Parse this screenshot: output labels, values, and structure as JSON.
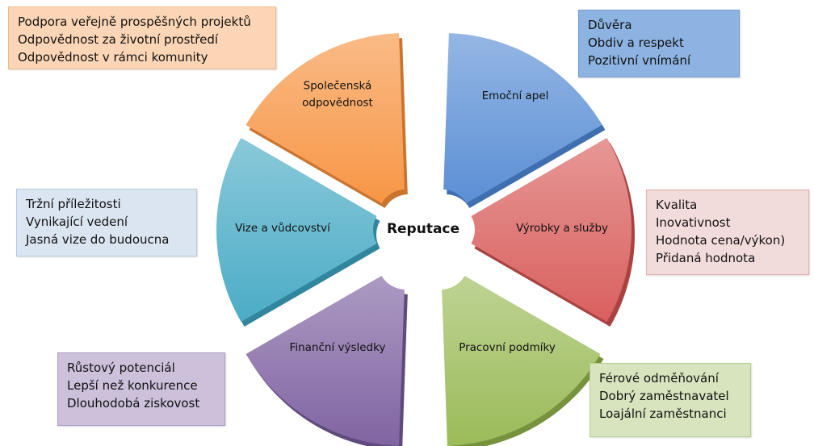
{
  "center": {
    "label": "Reputace"
  },
  "segments": [
    {
      "id": "emocni-apel",
      "lines": [
        "Emoční apel"
      ],
      "color": "#5b8fd5",
      "side": "#3f6fae"
    },
    {
      "id": "vyrobky-a-sluzby",
      "lines": [
        "Výrobky a služby"
      ],
      "color": "#d9605e",
      "side": "#a94341"
    },
    {
      "id": "pracovni-podminky",
      "lines": [
        "Pracovní podmíky"
      ],
      "color": "#9bbb59",
      "side": "#76923c"
    },
    {
      "id": "financni-vysledky",
      "lines": [
        "Finanční výsledky"
      ],
      "color": "#8064a2",
      "side": "#5f4a7d"
    },
    {
      "id": "vize-a-vudcovstvi",
      "lines": [
        "Vize a vůdcovství"
      ],
      "color": "#4bacc6",
      "side": "#31859c"
    },
    {
      "id": "spolecenska-odpovednost",
      "lines": [
        "Společenská",
        "odpovědnost"
      ],
      "color": "#f79646",
      "side": "#c9742f"
    }
  ],
  "boxes": {
    "spolecenska": [
      "Podpora veřejně prospěšných projektů",
      "Odpovědnost za životní prostředí",
      "Odpovědnost v rámci komunity"
    ],
    "emocni": [
      "Důvěra",
      "Obdiv a respekt",
      "Pozitivní vnímání"
    ],
    "vize": [
      "Tržní příležitosti",
      "Vynikající vedení",
      "Jasná vize do budoucna"
    ],
    "vyrobky": [
      "Kvalita",
      "Inovativnost",
      "Hodnota cena/výkon)",
      "Přidaná hodnota"
    ],
    "financni": [
      "Růstový potenciál",
      "Lepší než konkurence",
      "Dlouhodobá ziskovost"
    ],
    "pracovni": [
      "Férové odměňování",
      "Dobrý zaměstnavatel",
      "Loajální zaměstnanci"
    ]
  }
}
